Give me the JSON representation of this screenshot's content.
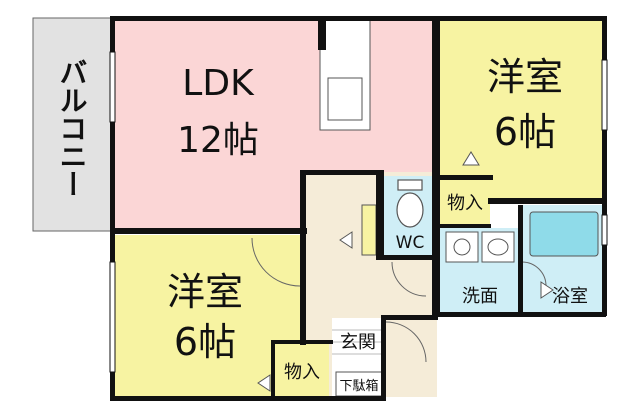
{
  "rooms": {
    "balcony": {
      "label": "バルコニー",
      "color": "#e2e2e2"
    },
    "ldk": {
      "name": "LDK",
      "size": "12帖",
      "color": "#fbd6d6"
    },
    "west_room": {
      "name": "洋室",
      "size": "6帖",
      "color": "#f7f3a2"
    },
    "east_room": {
      "name": "洋室",
      "size": "6帖",
      "color": "#f7f3a2"
    },
    "closet_north": {
      "label": "物入",
      "color": "#f7f3a2"
    },
    "closet_south": {
      "label": "物入",
      "color": "#f7f3a2"
    },
    "wc": {
      "label": "WC",
      "color": "#cfeef6"
    },
    "washroom": {
      "label": "洗面",
      "color": "#cfeef6"
    },
    "bathroom": {
      "label": "浴室",
      "color": "#cfeef6"
    },
    "entrance": {
      "label": "玄関",
      "color": "#ffffff"
    },
    "shoe_cabinet": {
      "label": "下駄箱",
      "color": "#ffffff"
    },
    "hallway": {
      "color": "#f5ecd8"
    }
  },
  "colors": {
    "wall": "#111111",
    "tub": "#8fdbe9",
    "fixture": "#ffffff"
  }
}
